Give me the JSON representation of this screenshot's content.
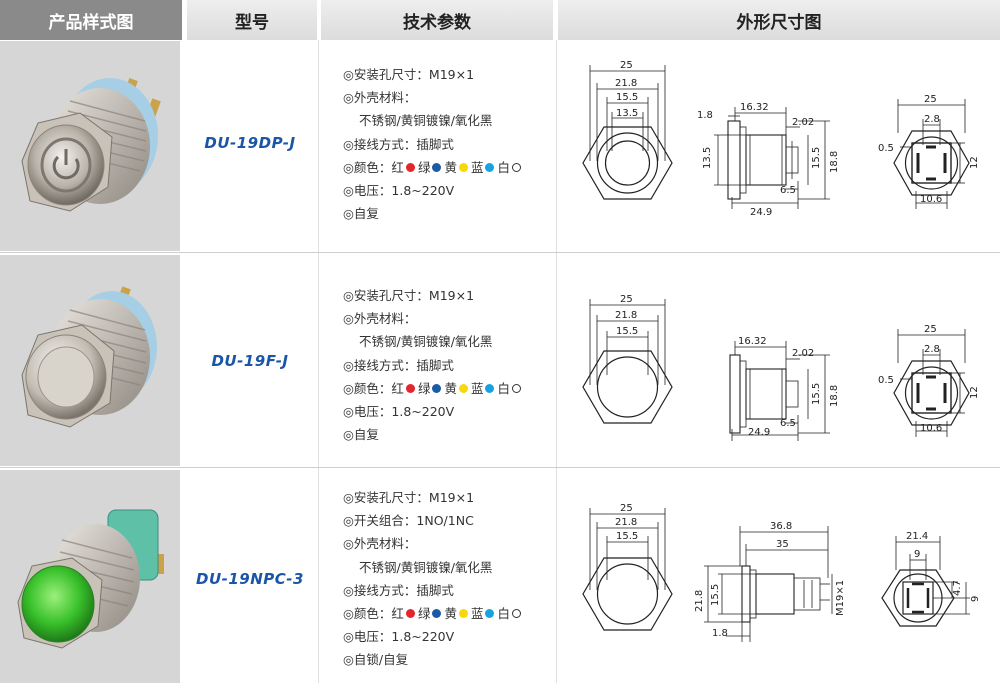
{
  "header": {
    "col1": "产品样式图",
    "col2": "型号",
    "col3": "技术参数",
    "col4": "外形尺寸图"
  },
  "colors": {
    "red": "#e3262b",
    "green": "#1b5aa6",
    "yellow": "#f5d90a",
    "blue": "#18a3e0",
    "white": "#ffffff"
  },
  "products": [
    {
      "model": "DU-19DP-J",
      "params": [
        {
          "type": "plain",
          "text": "◎安装孔尺寸：M19×1"
        },
        {
          "type": "plain",
          "text": "◎外壳材料："
        },
        {
          "type": "indent",
          "text": "不锈钢/黄铜镀镍/氧化黑"
        },
        {
          "type": "plain",
          "text": "◎接线方式：插脚式"
        },
        {
          "type": "colors",
          "text": "◎颜色：",
          "items": [
            "红",
            "绿",
            "黄",
            "蓝",
            "白"
          ]
        },
        {
          "type": "plain",
          "text": "◎电压：1.8~220V"
        },
        {
          "type": "plain",
          "text": "◎自复"
        }
      ],
      "dims": {
        "front": [
          "25",
          "21.8",
          "15.5",
          "13.5"
        ],
        "side": [
          "1.8",
          "16.32",
          "2.02",
          "13.5",
          "15.5",
          "18.8",
          "6.5",
          "24.9"
        ],
        "back": [
          "25",
          "2.8",
          "0.5",
          "12",
          "10.6"
        ]
      }
    },
    {
      "model": "DU-19F-J",
      "params": [
        {
          "type": "plain",
          "text": "◎安装孔尺寸：M19×1"
        },
        {
          "type": "plain",
          "text": "◎外壳材料："
        },
        {
          "type": "indent",
          "text": "不锈钢/黄铜镀镍/氧化黑"
        },
        {
          "type": "plain",
          "text": "◎接线方式：插脚式"
        },
        {
          "type": "colors",
          "text": "◎颜色：",
          "items": [
            "红",
            "绿",
            "黄",
            "蓝",
            "白"
          ]
        },
        {
          "type": "plain",
          "text": "◎电压：1.8~220V"
        },
        {
          "type": "plain",
          "text": "◎自复"
        }
      ],
      "dims": {
        "front": [
          "25",
          "21.8",
          "15.5"
        ],
        "side": [
          "16.32",
          "2.02",
          "15.5",
          "18.8",
          "6.5",
          "24.9"
        ],
        "back": [
          "25",
          "2.8",
          "0.5",
          "12",
          "10.6"
        ]
      }
    },
    {
      "model": "DU-19NPC-3",
      "params": [
        {
          "type": "plain",
          "text": "◎安装孔尺寸：M19×1"
        },
        {
          "type": "plain",
          "text": "◎开关组合：1NO/1NC"
        },
        {
          "type": "plain",
          "text": "◎外壳材料："
        },
        {
          "type": "indent",
          "text": "不锈钢/黄铜镀镍/氧化黑"
        },
        {
          "type": "plain",
          "text": "◎接线方式：插脚式"
        },
        {
          "type": "colors",
          "text": "◎颜色：",
          "items": [
            "红",
            "绿",
            "黄",
            "蓝",
            "白"
          ]
        },
        {
          "type": "plain",
          "text": "◎电压：1.8~220V"
        },
        {
          "type": "plain",
          "text": "◎自锁/自复"
        }
      ],
      "dims": {
        "front": [
          "25",
          "21.8",
          "15.5"
        ],
        "side": [
          "36.8",
          "35",
          "21.8",
          "15.5",
          "M19×1",
          "1.8"
        ],
        "back": [
          "21.4",
          "9",
          "4.7",
          "9"
        ]
      }
    }
  ]
}
